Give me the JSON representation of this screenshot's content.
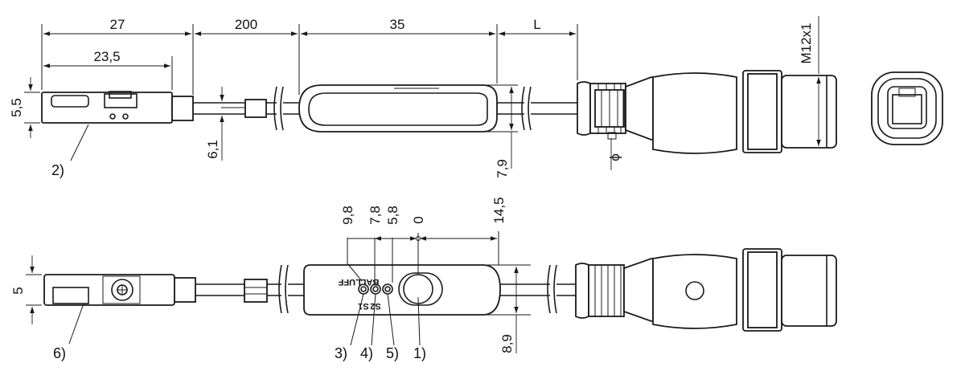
{
  "dimensions": {
    "d27": "27",
    "d23_5": "23,5",
    "d200": "200",
    "d35": "35",
    "dL": "L",
    "d5_5": "5,5",
    "d6_1": "6,1",
    "d7_9": "7,9",
    "dphi": "ϕ",
    "thread": "M12x1",
    "d9_8": "9,8",
    "d7_8": "7,8",
    "d5_8": "5,8",
    "d0": "0",
    "d14_5": "14,5",
    "d5": "5",
    "d8_9": "8,9"
  },
  "callouts": {
    "c1": "1)",
    "c2": "2)",
    "c3": "3)",
    "c4": "4)",
    "c5": "5)",
    "c6": "6)"
  },
  "brand": "BALLUFF",
  "led_marks": {
    "a": "S1",
    "b": "S2"
  }
}
